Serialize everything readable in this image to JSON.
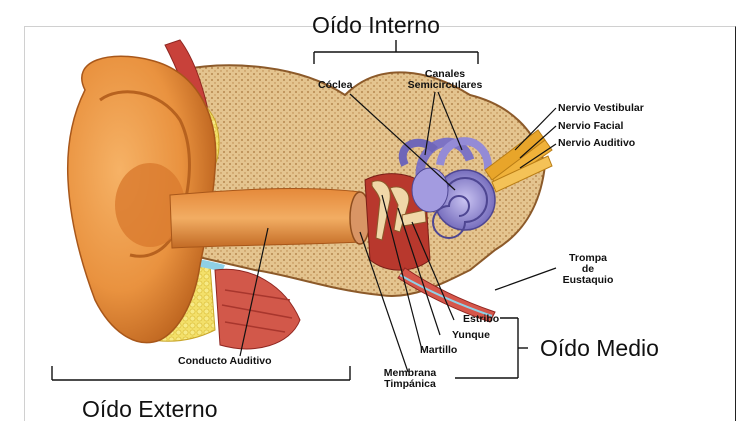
{
  "regions": {
    "inner": "Oído Interno",
    "middle": "Oído Medio",
    "outer": "Oído Externo"
  },
  "labels": {
    "coclea": "Cóclea",
    "canales": [
      "Canales",
      "Semicirculares"
    ],
    "nervio_vestibular": "Nervio Vestibular",
    "nervio_facial": "Nervio Facial",
    "nervio_auditivo": "Nervio Auditivo",
    "trompa": [
      "Trompa",
      "de",
      "Eustaquio"
    ],
    "estribo": "Estribo",
    "yunque": "Yunque",
    "martillo": "Martillo",
    "membrana": [
      "Membrana",
      "Timpánica"
    ],
    "conducto": "Conducto Auditivo"
  },
  "colors": {
    "skin": "#e9923f",
    "skin_dark": "#c96d24",
    "bone": "#e3c28e",
    "fat": "#f2d94a",
    "cochlea": "#8f86d2",
    "nerve": "#f0b23a",
    "muscle": "#c8413a"
  }
}
